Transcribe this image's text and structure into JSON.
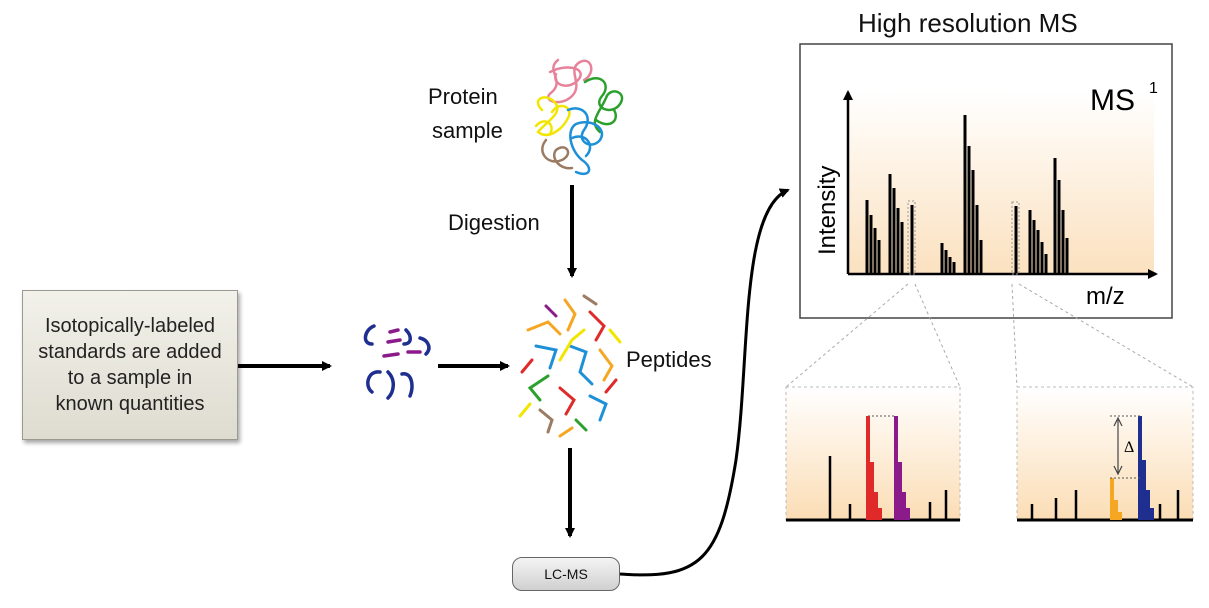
{
  "standards_box": {
    "lines": [
      "Isotopically-labeled",
      "standards are added",
      "to a sample in",
      "known quantities"
    ]
  },
  "labels": {
    "protein_sample_1": "Protein",
    "protein_sample_2": "sample",
    "digestion": "Digestion",
    "peptides": "Peptides",
    "lcms": "LC-MS"
  },
  "ms_panel": {
    "title": "High resolution MS",
    "badge": "MS",
    "badge_sup": "1",
    "ylabel": "Intensity",
    "xlabel": "m/z"
  },
  "zoom_right": {
    "delta": "Δ"
  },
  "colors": {
    "pink": "#e8829a",
    "green": "#2ca02c",
    "yellow": "#f2e600",
    "blue": "#1e90d8",
    "brown": "#9b7b63",
    "orange": "#f5a623",
    "red": "#e02a2a",
    "purple": "#8b1a8b",
    "navy": "#1f2f8f",
    "peach": "#fbe3c4"
  }
}
